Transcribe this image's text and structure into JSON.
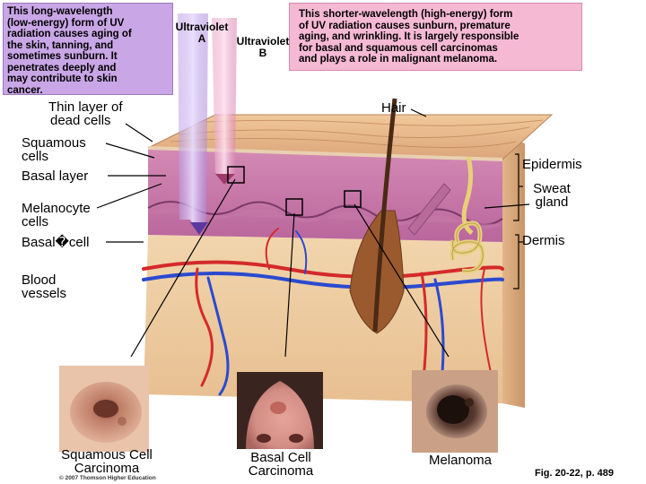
{
  "uva_box": {
    "lines": [
      "This long-wavelength",
      "(low-energy) form of UV",
      "radiation causes aging of",
      "the skin, tanning, and",
      "sometimes sunburn. It",
      "penetrates deeply and",
      "may contribute to skin",
      "cancer."
    ]
  },
  "uvb_box": {
    "lines": [
      "This shorter-wavelength (high-energy) form",
      "of UV radiation causes sunburn, premature",
      "aging, and wrinkling. It is largely responsible",
      "for basal and squamous cell carcinomas",
      "and plays a role in malignant melanoma."
    ]
  },
  "uv_labels": {
    "uva_line1": "Ultraviolet",
    "uva_line2": "A",
    "uvb_line1": "Ultraviolet",
    "uvb_line2": "B"
  },
  "labels": {
    "dead_cells_1": "Thin layer of",
    "dead_cells_2": "dead cells",
    "squamous_1": "Squamous",
    "squamous_2": "cells",
    "basal_layer": "Basal layer",
    "melanocyte_1": "Melanocyte",
    "melanocyte_2": "cells",
    "basal_cell": "Basal�cell",
    "blood_1": "Blood",
    "blood_2": "vessels",
    "hair": "Hair",
    "epidermis": "Epidermis",
    "sweat_1": "Sweat",
    "sweat_2": "gland",
    "dermis": "Dermis"
  },
  "photos": {
    "scc_1": "Squamous Cell",
    "scc_2": "Carcinoma",
    "bcc_1": "Basal Cell",
    "bcc_2": "Carcinoma",
    "melanoma": "Melanoma"
  },
  "credit": "© 2007 Thomson Higher Education",
  "figure_ref": "Fig. 20-22, p. 489"
}
